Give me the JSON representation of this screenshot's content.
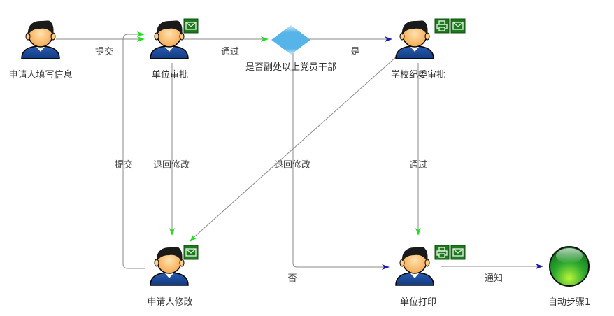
{
  "nodes": [
    {
      "id": "n1",
      "type": "person",
      "label": "申请人填写信息",
      "badges": []
    },
    {
      "id": "n2",
      "type": "person",
      "label": "单位审批",
      "badges": [
        "mail-icon"
      ]
    },
    {
      "id": "n3",
      "type": "decision",
      "label": "是否副处以上党员干部",
      "badges": []
    },
    {
      "id": "n4",
      "type": "person",
      "label": "学校纪委审批",
      "badges": [
        "printer-icon",
        "mail-icon"
      ]
    },
    {
      "id": "n5",
      "type": "person",
      "label": "申请人修改",
      "badges": [
        "mail-icon"
      ]
    },
    {
      "id": "n6",
      "type": "person",
      "label": "单位打印",
      "badges": [
        "printer-icon",
        "mail-icon"
      ]
    },
    {
      "id": "n7",
      "type": "auto",
      "label": "自动步骤1",
      "badges": []
    }
  ],
  "edges": [
    {
      "from": "n1",
      "to": "n2",
      "label": "提交",
      "arrow_color": "#22dd22"
    },
    {
      "from": "n2",
      "to": "n3",
      "label": "通过",
      "arrow_color": "#22dd22"
    },
    {
      "from": "n3",
      "to": "n4",
      "label": "是",
      "arrow_color": "#1a1aaa"
    },
    {
      "from": "n2",
      "to": "n5",
      "label": "退回修改",
      "arrow_color": "#22dd22"
    },
    {
      "from": "n5",
      "to": "n2",
      "label": "提交",
      "arrow_color": "#22dd22"
    },
    {
      "from": "n4",
      "to": "n5",
      "label": "退回修改",
      "arrow_color": "#22dd22"
    },
    {
      "from": "n4",
      "to": "n6",
      "label": "通过",
      "arrow_color": "#22dd22"
    },
    {
      "from": "n3",
      "to": "n6",
      "label": "否",
      "arrow_color": "#1a1aaa"
    },
    {
      "from": "n6",
      "to": "n7",
      "label": "通知",
      "arrow_color": "#1a1aaa"
    }
  ],
  "colors": {
    "line": "#8a8a8a",
    "badge": "#1f7a1f",
    "decision": "#56b4e9",
    "auto": "#2eaa2e"
  }
}
